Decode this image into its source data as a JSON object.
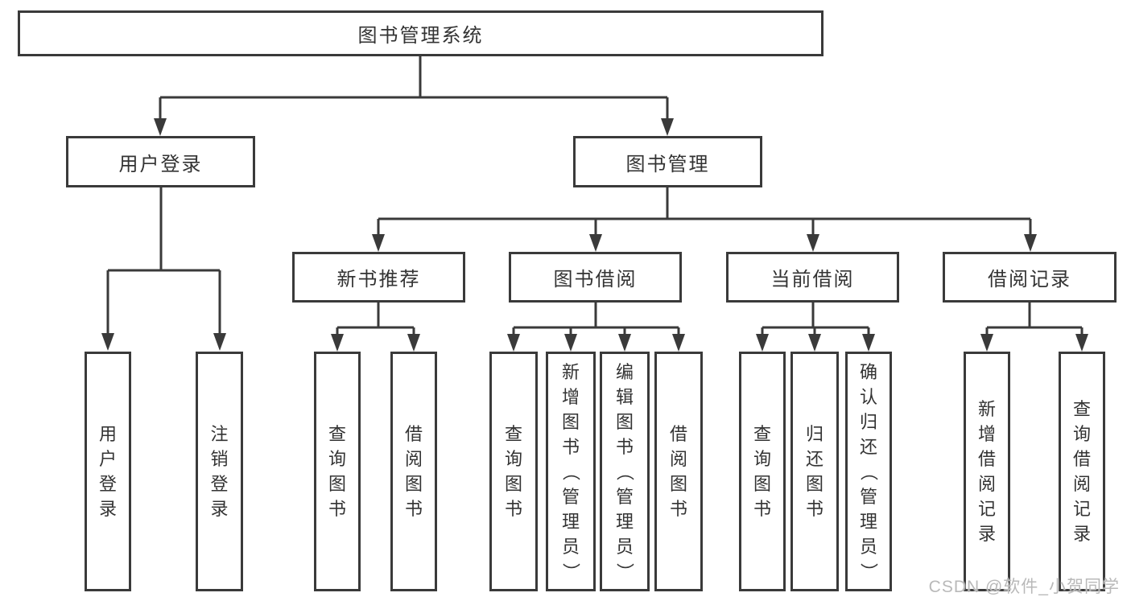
{
  "style": {
    "line_color": "#3a3a3a",
    "box_border_color": "#3a3a3a",
    "text_color": "#333333",
    "background": "#ffffff",
    "watermark_color": "#b9b9b9"
  },
  "watermark": {
    "text": "CSDN @软件_小贺同学"
  },
  "tree": {
    "root": {
      "label": "图书管理系统"
    },
    "branches": [
      {
        "label": "用户登录",
        "children": [
          {
            "label": "用户登录"
          },
          {
            "label": "注销登录"
          }
        ]
      },
      {
        "label": "图书管理",
        "sections": [
          {
            "label": "新书推荐",
            "children": [
              {
                "label": "查询图书"
              },
              {
                "label": "借阅图书"
              }
            ]
          },
          {
            "label": "图书借阅",
            "children": [
              {
                "label": "查询图书"
              },
              {
                "label": "新增图书（管理员）"
              },
              {
                "label": "编辑图书（管理员）"
              },
              {
                "label": "借阅图书"
              }
            ]
          },
          {
            "label": "当前借阅",
            "children": [
              {
                "label": "查询图书"
              },
              {
                "label": "归还图书"
              },
              {
                "label": "确认归还（管理员）"
              }
            ]
          },
          {
            "label": "借阅记录",
            "children": [
              {
                "label": "新增借阅记录"
              },
              {
                "label": "查询借阅记录"
              }
            ]
          }
        ]
      }
    ]
  }
}
